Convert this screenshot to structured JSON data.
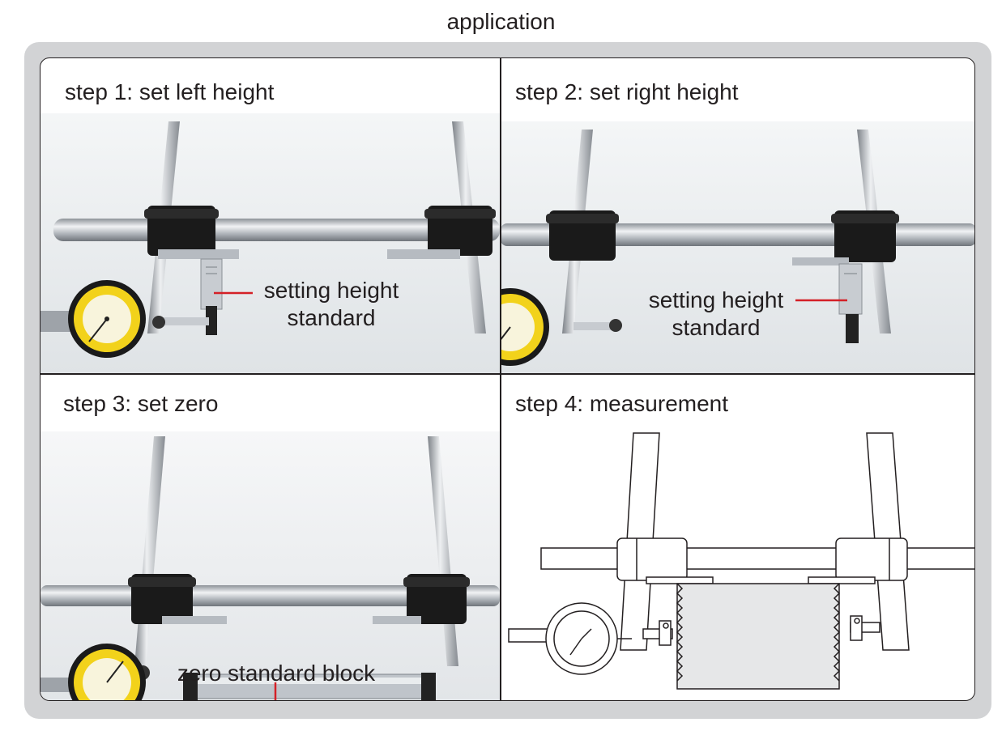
{
  "title": "application",
  "steps": [
    {
      "label": "step 1: set left height",
      "callout": "setting height\nstandard"
    },
    {
      "label": "step 2: set right height",
      "callout": "setting height\nstandard"
    },
    {
      "label": "step 3: set zero",
      "callout": "zero standard block"
    },
    {
      "label": "step 4: measurement"
    }
  ],
  "colors": {
    "frame": "#d2d3d5",
    "dial_face": "#f2d21b",
    "callout_line": "#d42027",
    "clamp": "#1a1a1a",
    "rod": "#b8bcc2"
  },
  "icons": [
    "dial-indicator-icon",
    "clamp-block-icon",
    "setting-height-standard-icon",
    "zero-standard-block-icon"
  ]
}
